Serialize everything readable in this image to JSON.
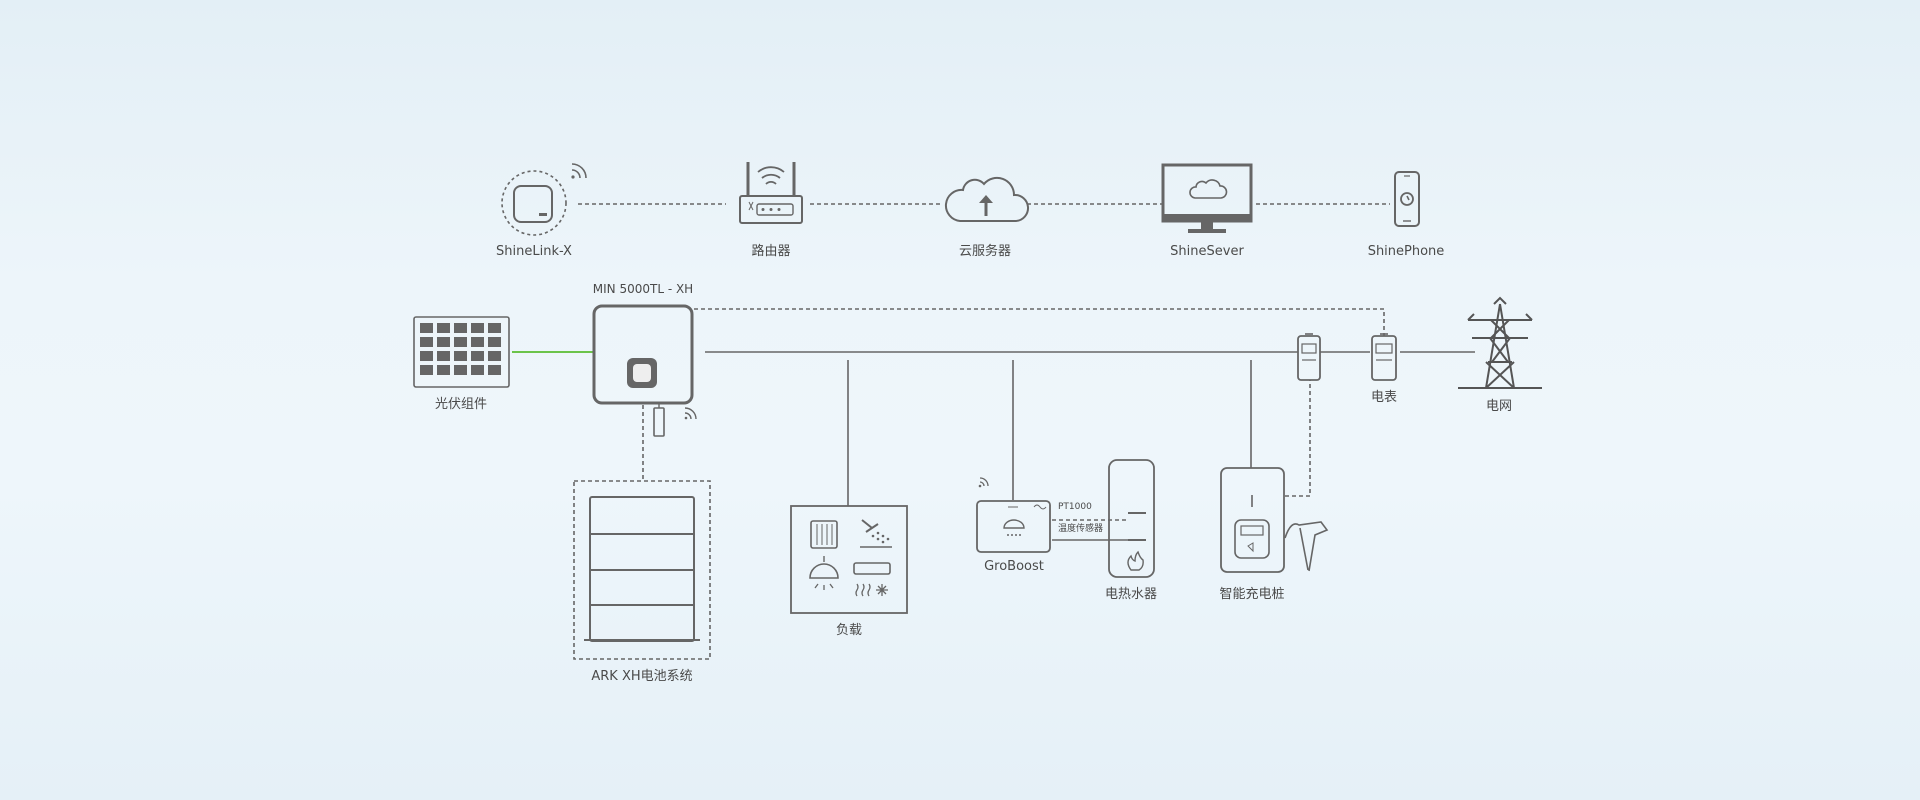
{
  "top_row": {
    "shinelink": {
      "label": "ShineLink-X",
      "icon": "wifi-dongle-icon"
    },
    "router": {
      "label": "路由器",
      "icon": "router-icon"
    },
    "cloud": {
      "label": "云服务器",
      "icon": "cloud-upload-icon"
    },
    "server": {
      "label": "ShineSever",
      "icon": "monitor-cloud-icon"
    },
    "phone": {
      "label": "ShinePhone",
      "icon": "smartphone-icon"
    }
  },
  "inverter": {
    "label": "MIN 5000TL - XH",
    "icon": "inverter-icon"
  },
  "pv": {
    "label": "光伏组件",
    "icon": "solar-panel-icon"
  },
  "battery": {
    "label": "ARK XH电池系统",
    "icon": "battery-stack-icon"
  },
  "load": {
    "label": "负载",
    "icon": "household-load-icon"
  },
  "groboost": {
    "label": "GroBoost",
    "sensor_code": "PT1000",
    "sensor_label": "温度传感器",
    "icon": "groboost-controller-icon"
  },
  "water_heater": {
    "label": "电热水器",
    "icon": "water-heater-icon"
  },
  "charger": {
    "label": "智能充电桩",
    "icon": "ev-charger-icon"
  },
  "meter": {
    "label": "电表",
    "icon": "power-meter-icon"
  },
  "grid": {
    "label": "电网",
    "icon": "transmission-tower-icon"
  },
  "colors": {
    "stroke": "#666666",
    "text": "#4a4a4a",
    "pv_link": "#6cc44a",
    "bg_top": "#e3eff6"
  }
}
